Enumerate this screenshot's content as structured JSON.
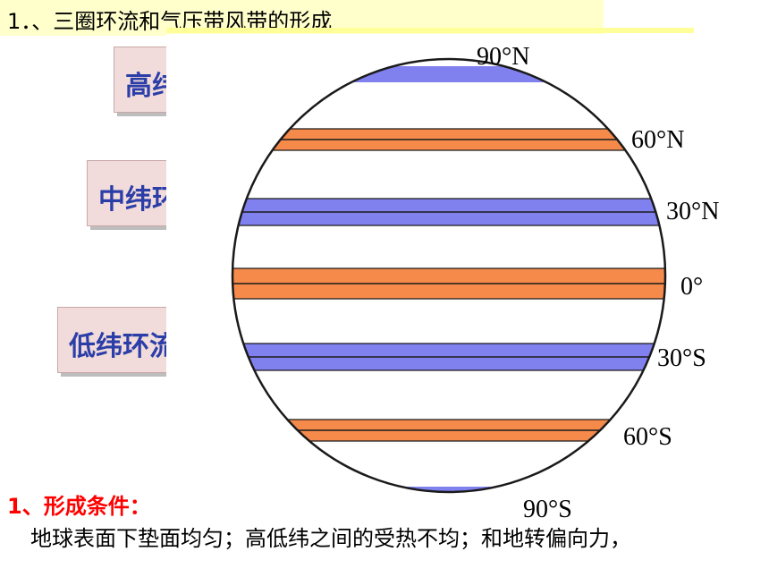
{
  "title": "1．、三圈环流和气压带风带的形成",
  "cells": {
    "high": "高纬环流",
    "mid": "中纬环流",
    "low": "低纬环流"
  },
  "latitudes": [
    "90°N",
    "60°N",
    "30°N",
    "0°",
    "30°S",
    "60°S",
    "90°S"
  ],
  "belts": [
    {
      "lat": "90°N",
      "kind": "single",
      "color": "#8080ee"
    },
    {
      "lat": "60°N",
      "kind": "double",
      "color": "#f58a4b"
    },
    {
      "lat": "30°N",
      "kind": "double",
      "color": "#8080ee"
    },
    {
      "lat": "0°",
      "kind": "double",
      "color": "#f58a4b"
    },
    {
      "lat": "30°S",
      "kind": "double",
      "color": "#8080ee"
    },
    {
      "lat": "60°S",
      "kind": "double",
      "color": "#f58a4b"
    },
    {
      "lat": "90°S",
      "kind": "single",
      "color": "#8080ee"
    }
  ],
  "conditions": {
    "heading": "1、形成条件：",
    "text": "地球表面下垫面均匀；高低纬之间的受热不均；和地转偏向力，"
  },
  "colors": {
    "low_pressure": "#8080ee",
    "high_pressure": "#f58a4b",
    "globe_outline": "#1a1a1a",
    "title_bg": "#ffffcc"
  }
}
